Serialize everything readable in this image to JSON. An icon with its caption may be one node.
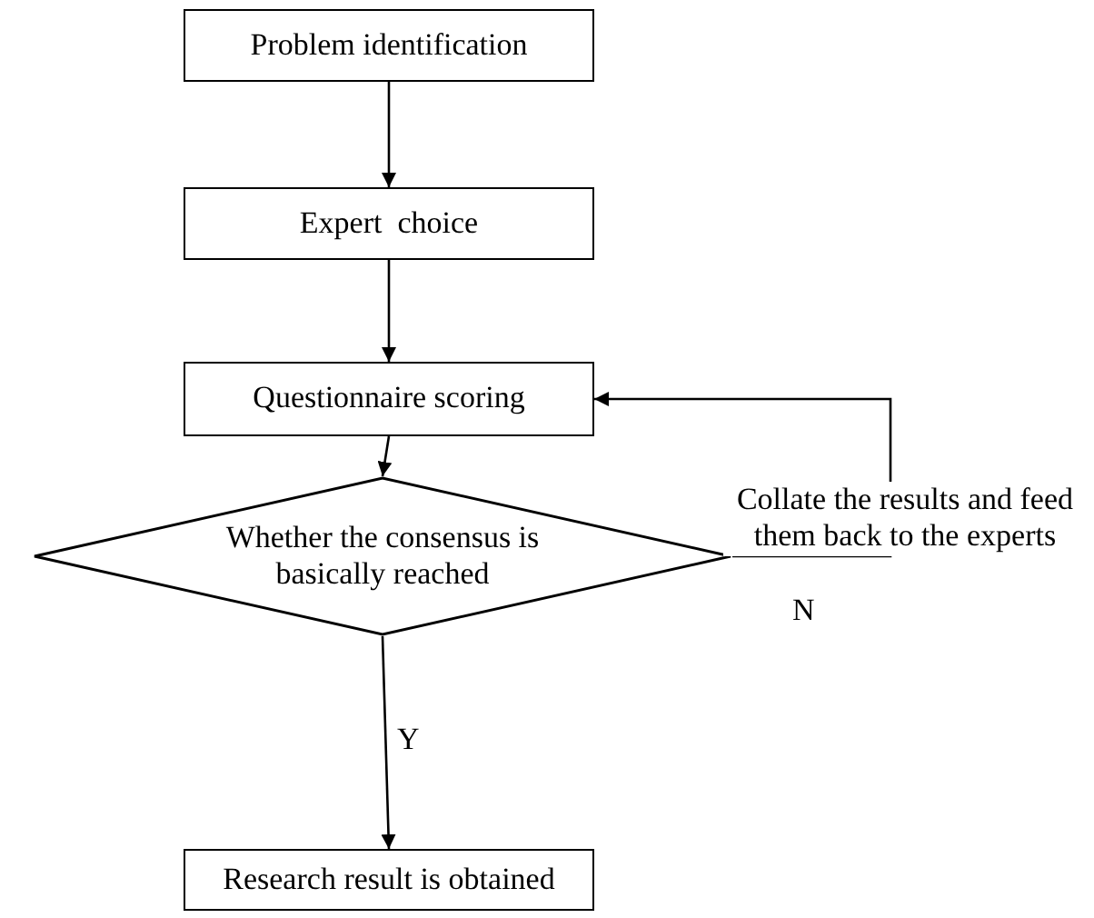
{
  "diagram": {
    "nodes": [
      {
        "text": [
          "Problem identification"
        ]
      },
      {
        "text": [
          "Expert  choice"
        ]
      },
      {
        "text": [
          "Questionnaire scoring"
        ]
      },
      {
        "text": [
          "Whether the consensus is basically reached"
        ]
      },
      {
        "text": [
          "Research result is obtained"
        ]
      }
    ],
    "edges": [
      {
        "from": 0,
        "to": 1,
        "arrow": "to"
      },
      {
        "from": 1,
        "to": 2,
        "arrow": "to"
      },
      {
        "from": 2,
        "to": 3,
        "arrow": "to"
      },
      {
        "from": 3,
        "to": 4,
        "arrow": "to",
        "label": "Y"
      },
      {
        "from": 3,
        "to": 2,
        "arrow": "to",
        "label": "N"
      }
    ],
    "labels": [
      "Collate the results and feed them back to the experts"
    ]
  }
}
